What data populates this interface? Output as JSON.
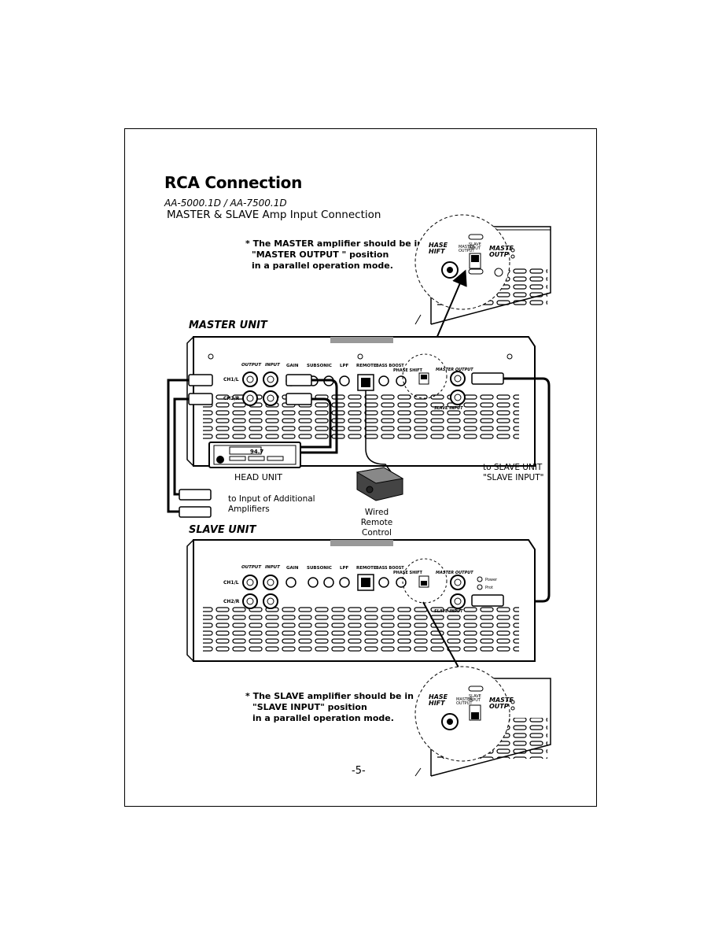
{
  "page": {
    "title": "RCA Connection",
    "models": "AA-5000.1D / AA-7500.1D",
    "subtitle": "MASTER & SLAVE Amp Input Connection",
    "page_number": "-5-"
  },
  "master_note": {
    "line1": "* The MASTER amplifier should be in",
    "line2": "\"MASTER OUTPUT \" position",
    "line3": "in a parallel operation mode."
  },
  "slave_note": {
    "line1": "* The SLAVE amplifier should be in",
    "line2": "\"SLAVE INPUT\" position",
    "line3": "in a parallel operation mode."
  },
  "units": {
    "master": "MASTER UNIT",
    "slave": "SLAVE UNIT"
  },
  "panel_labels": {
    "output": "OUTPUT",
    "input": "INPUT",
    "gain": "GAIN",
    "subsonic": "SUBSONIC",
    "lpf": "LPF",
    "remote": "REMOTE",
    "bass_boost": "BASS BOOST",
    "phase_shift": "PHASE SHIFT",
    "master_output": "MASTER OUTPUT",
    "slave_input": "SLAVE INPUT",
    "ch1": "CH1/L",
    "ch2": "CH2/R",
    "power": "Power",
    "prot": "Prot",
    "zoom_phase": "PHASE SHIFT",
    "zoom_master": "MASTER"
  },
  "labels": {
    "head_unit": "HEAD UNIT",
    "radio_freq": "94.7",
    "additional_line1": "to Input of Additional",
    "additional_line2": "Amplifiers",
    "remote_line1": "Wired",
    "remote_line2": "Remote",
    "remote_line3": "Control",
    "to_slave_line1": "to SLAVE UNIT",
    "to_slave_line2": "\"SLAVE INPUT\""
  }
}
